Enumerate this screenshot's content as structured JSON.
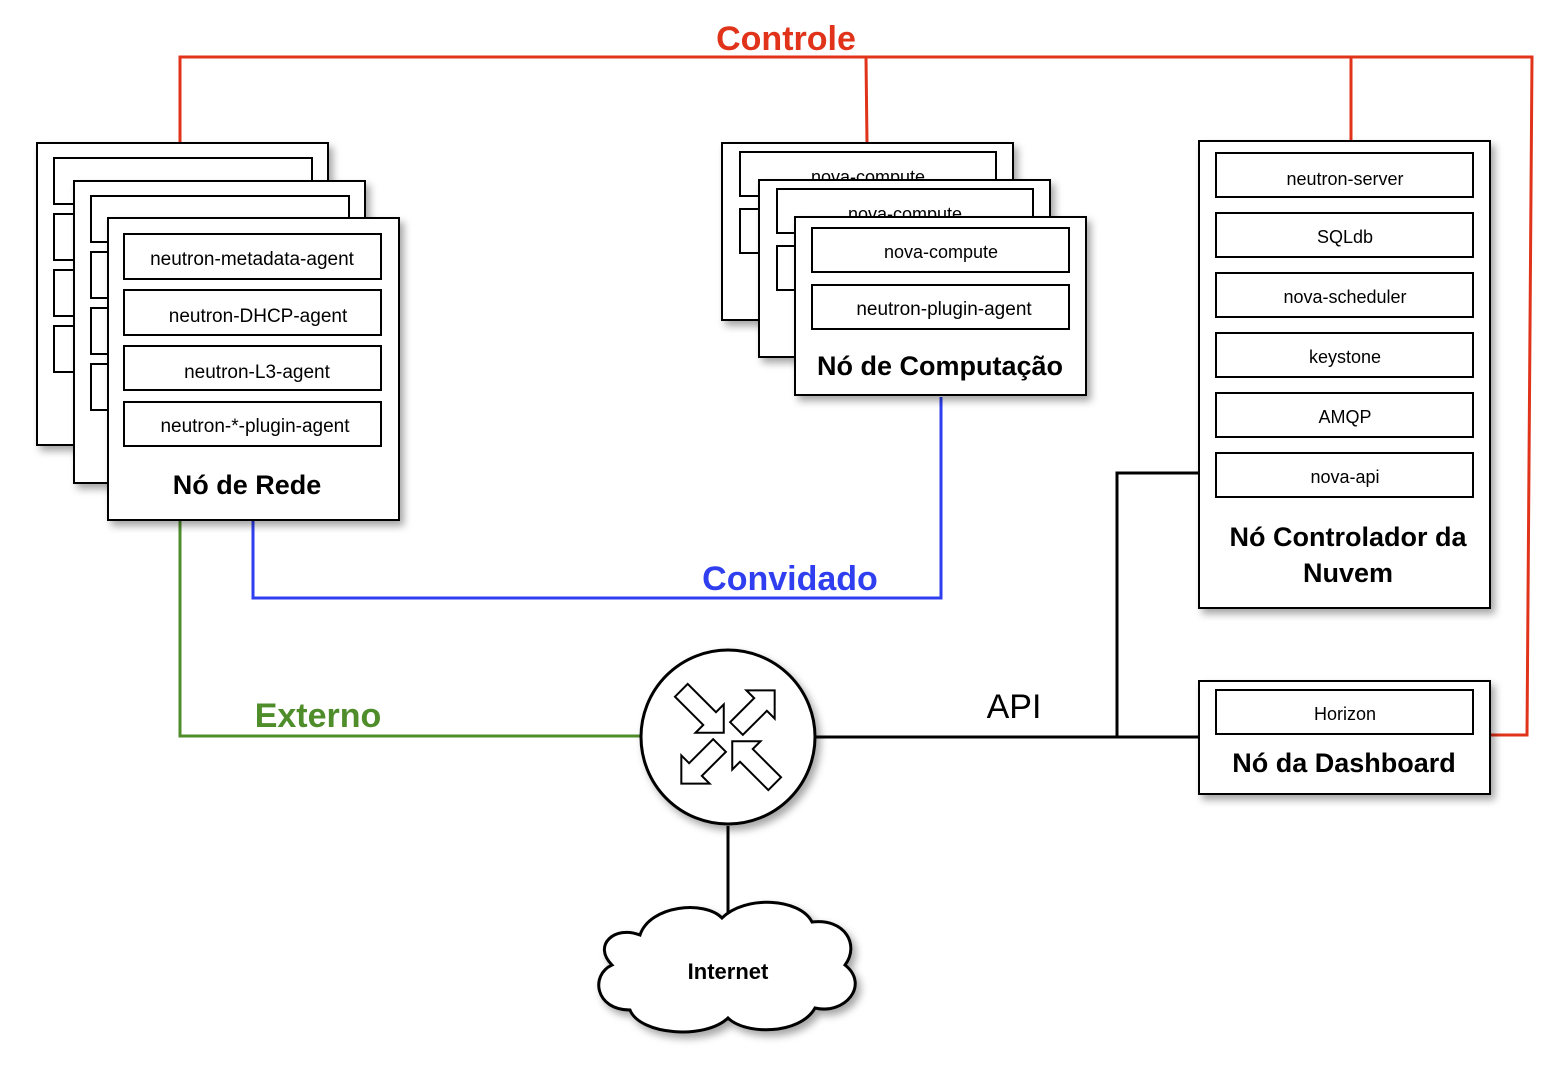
{
  "networks": {
    "control": {
      "label": "Controle",
      "color": "#e0331a"
    },
    "guest": {
      "label": "Convidado",
      "color": "#2f3ff0"
    },
    "external": {
      "label": "Externo",
      "color": "#4f8d2b"
    },
    "api": {
      "label": "API",
      "color": "#000000"
    }
  },
  "network_node": {
    "title": "Nó de Rede",
    "services": [
      "neutron-metadata-agent",
      "neutron-DHCP-agent",
      "neutron-L3-agent",
      "neutron-*-plugin-agent"
    ]
  },
  "compute_node": {
    "title": "Nó de Computação",
    "services": [
      "nova-compute",
      "neutron-plugin-agent"
    ],
    "stack_labels": [
      "nova-compute",
      "nova-compute"
    ]
  },
  "controller_node": {
    "title_line1": "Nó Controlador da",
    "title_line2": "Nuvem",
    "services": [
      "neutron-server",
      "SQLdb",
      "nova-scheduler",
      "keystone",
      "AMQP",
      "nova-api"
    ]
  },
  "dashboard_node": {
    "title": "Nó da Dashboard",
    "services": [
      "Horizon"
    ]
  },
  "router": {
    "icon": "router-icon"
  },
  "internet": {
    "label": "Internet",
    "icon": "cloud-icon"
  }
}
